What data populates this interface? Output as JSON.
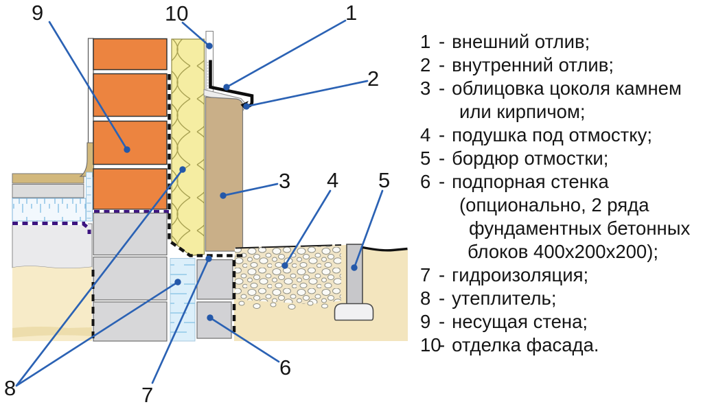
{
  "diagram": {
    "callouts": {
      "c1": "1",
      "c2": "2",
      "c3": "3",
      "c4": "4",
      "c5": "5",
      "c6": "6",
      "c7": "7",
      "c8": "8",
      "c9": "9",
      "c10": "10"
    },
    "colors": {
      "brick_orange": "#EC8440",
      "insulation_yellow": "#F5EDA2",
      "cladding_tan": "#C9AF88",
      "concrete_gray": "#D7D7D9",
      "soil_tan": "#F3E5BE",
      "pointer_blue": "#2B62B4",
      "waterproofing_purple": "#3C1480",
      "flashing_black": "#0D0D0D"
    }
  },
  "legend": {
    "dash": "-",
    "items": [
      {
        "num": "1",
        "lines": [
          "внешний отлив;"
        ]
      },
      {
        "num": "2",
        "lines": [
          "внутренний отлив;"
        ]
      },
      {
        "num": "3",
        "lines": [
          "облицовка цоколя камнем",
          "или кирпичом;"
        ]
      },
      {
        "num": "4",
        "lines": [
          "подушка под отмостку;"
        ]
      },
      {
        "num": "5",
        "lines": [
          "бордюр отмостки;"
        ]
      },
      {
        "num": "6",
        "lines": [
          "подпорная стенка",
          "(опционально, 2 ряда",
          "фундаментных бетонных",
          "блоков 400х200х200);"
        ]
      },
      {
        "num": "7",
        "lines": [
          "гидроизоляция;"
        ]
      },
      {
        "num": "8",
        "lines": [
          "утеплитель;"
        ]
      },
      {
        "num": "9",
        "lines": [
          "несущая стена;"
        ]
      },
      {
        "num": "10",
        "lines": [
          "отделка фасада."
        ]
      }
    ]
  }
}
